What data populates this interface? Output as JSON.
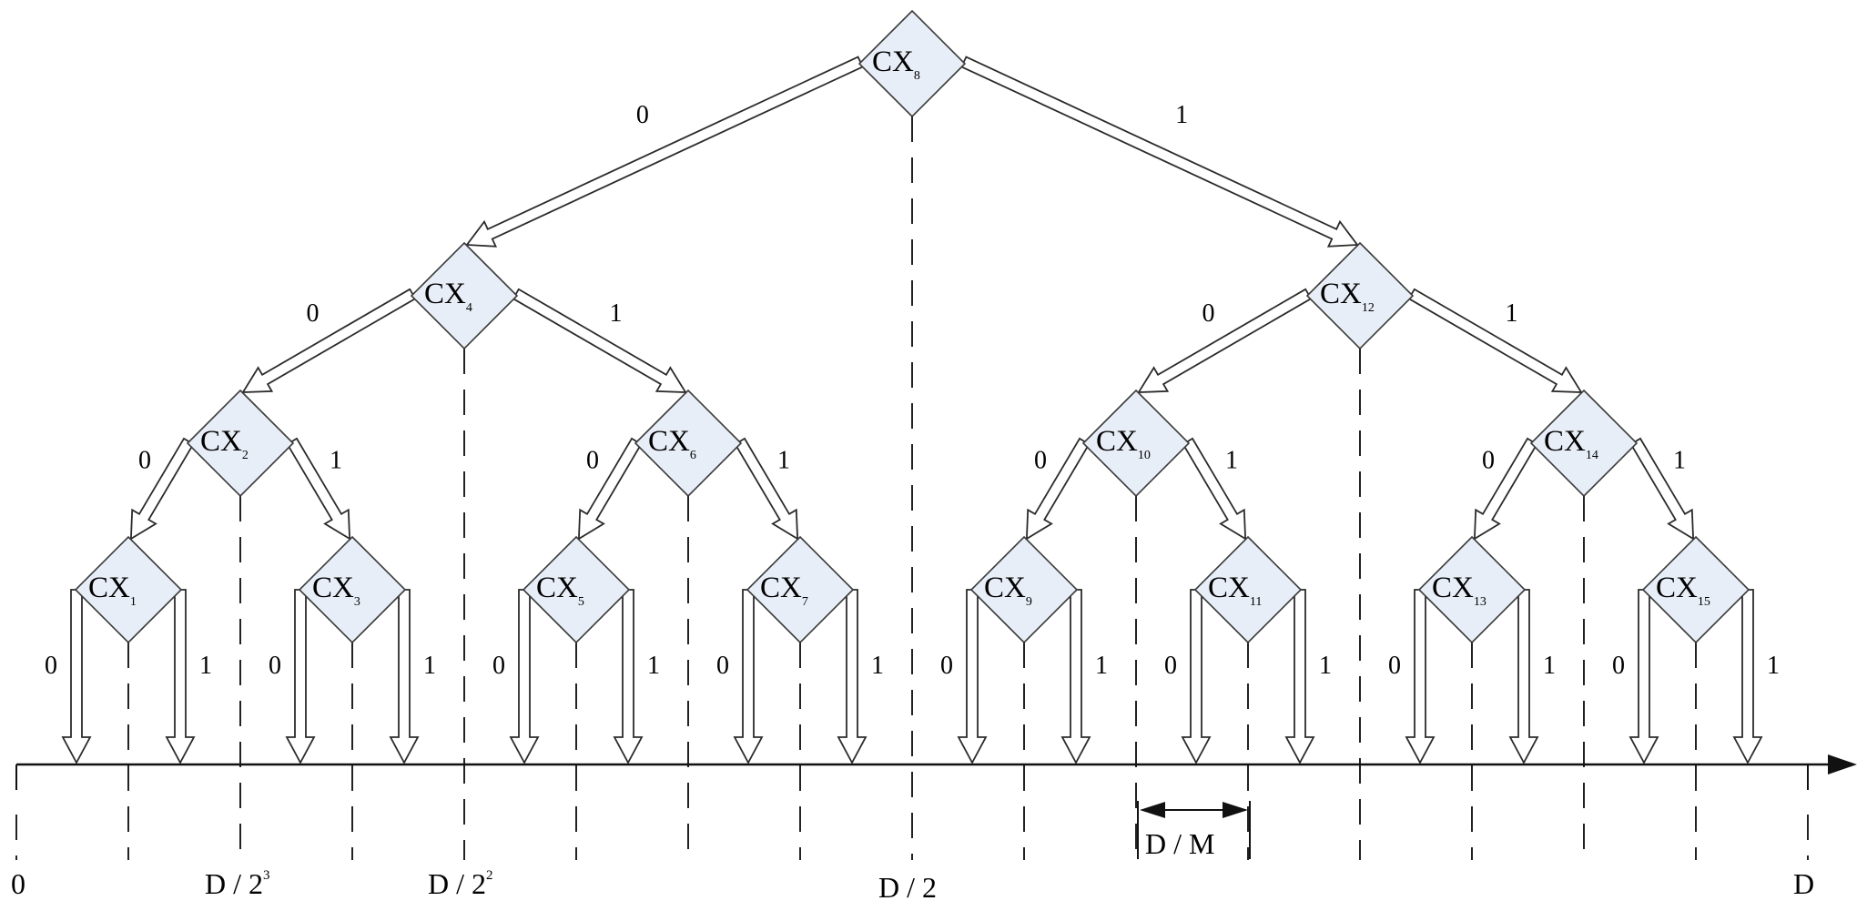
{
  "nodes": [
    {
      "id": "CX8",
      "base": "CX",
      "sub": "8"
    },
    {
      "id": "CX4",
      "base": "CX",
      "sub": "4"
    },
    {
      "id": "CX12",
      "base": "CX",
      "sub": "12"
    },
    {
      "id": "CX2",
      "base": "CX",
      "sub": "2"
    },
    {
      "id": "CX6",
      "base": "CX",
      "sub": "6"
    },
    {
      "id": "CX10",
      "base": "CX",
      "sub": "10"
    },
    {
      "id": "CX14",
      "base": "CX",
      "sub": "14"
    },
    {
      "id": "CX1",
      "base": "CX",
      "sub": "1"
    },
    {
      "id": "CX3",
      "base": "CX",
      "sub": "3"
    },
    {
      "id": "CX5",
      "base": "CX",
      "sub": "5"
    },
    {
      "id": "CX7",
      "base": "CX",
      "sub": "7"
    },
    {
      "id": "CX9",
      "base": "CX",
      "sub": "9"
    },
    {
      "id": "CX11",
      "base": "CX",
      "sub": "11"
    },
    {
      "id": "CX13",
      "base": "CX",
      "sub": "13"
    },
    {
      "id": "CX15",
      "base": "CX",
      "sub": "15"
    }
  ],
  "branch_labels": {
    "left": "0",
    "right": "1"
  },
  "axis_labels": {
    "zero": "0",
    "d_over_8": {
      "base": "D / 2",
      "sup": "3"
    },
    "d_over_4": {
      "base": "D / 2",
      "sup": "2"
    },
    "d_over_2": "D / 2",
    "d_over_m": "D / M",
    "d": "D"
  }
}
